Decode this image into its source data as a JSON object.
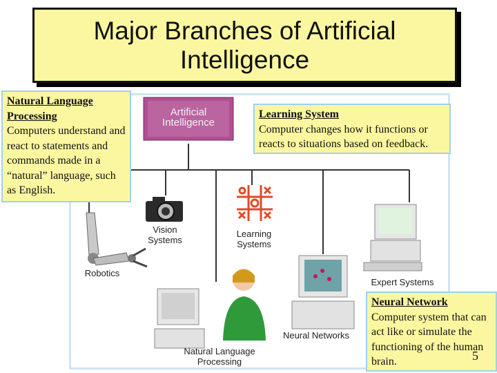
{
  "title": "Major Branches of Artificial Intelligence",
  "center_node": "Artificial Intelligence",
  "diagram_labels": {
    "vision": "Vision Systems",
    "learning": "Learning Systems",
    "robotics": "Robotics",
    "expert": "Expert Systems",
    "neural": "Neural Networks",
    "nlp": "Natural Language Processing"
  },
  "notes": {
    "nlp": {
      "heading": "Natural Language Processing",
      "body": "Computers understand and react to statements and commands made in a “natural” language, such as English."
    },
    "learning": {
      "heading": "Learning System",
      "body": "Computer changes how it functions or reacts to situations based on feedback."
    },
    "neural": {
      "heading": "Neural Network",
      "body": "Computer system that can act like or simulate the functioning of the human brain."
    }
  },
  "page_number": "5",
  "colors": {
    "title_bg": "#fbf7a0",
    "note_bg": "#fbf7a0",
    "ai_box": "#b14f93"
  }
}
